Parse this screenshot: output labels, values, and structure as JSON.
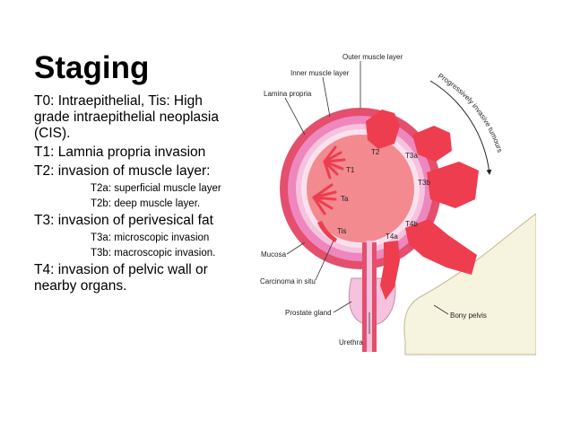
{
  "slide": {
    "title": "Staging",
    "bullets": [
      {
        "level": 1,
        "text": "T0: Intraepithelial, Tis: High grade intraepithelial neoplasia (CIS)."
      },
      {
        "level": 1,
        "text": "T1: Lamnia propria invasion"
      },
      {
        "level": 1,
        "text": "T2: invasion of muscle layer:"
      },
      {
        "level": 2,
        "text": "T2a: superficial muscle layer"
      },
      {
        "level": 2,
        "text": "T2b: deep muscle layer."
      },
      {
        "level": 1,
        "text": "T3: invasion of perivesical fat"
      },
      {
        "level": 2,
        "text": "T3a: microscopic invasion"
      },
      {
        "level": 2,
        "text": "T3b: macroscopic invasion."
      },
      {
        "level": 1,
        "text": "T4: invasion of pelvic wall or nearby organs."
      }
    ]
  },
  "diagram": {
    "labels": {
      "outer_muscle": "Outer muscle layer",
      "inner_muscle": "Inner muscle layer",
      "lamina_propria": "Lamina propria",
      "progressive": "Progressively invasive tumours",
      "mucosa": "Mucosa",
      "carcinoma": "Carcinoma in situ",
      "prostate": "Prostate gland",
      "bony_pelvis": "Bony pelvis",
      "urethra": "Urethra"
    },
    "stages": {
      "T2": "T2",
      "T3a": "T3a",
      "T1": "T1",
      "T3b": "T3b",
      "Ta": "Ta",
      "T4b": "T4b",
      "Tis": "Tis",
      "T4a": "T4a"
    },
    "colors": {
      "outer_muscle": "#e44f6e",
      "muscle": "#ee87bd",
      "lamina": "#f6c2dd",
      "mucosa": "#fbe1ee",
      "lumen": "#f28a8f",
      "tumour": "#ee3d4f",
      "pelvis": "#f6f4df"
    }
  }
}
